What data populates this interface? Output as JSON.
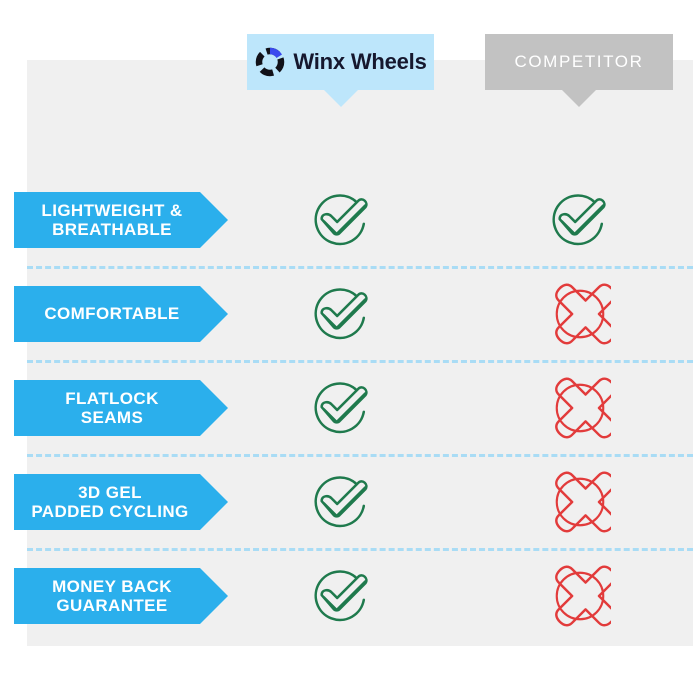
{
  "panel": {
    "background_color": "#f0f0f0",
    "page_background": "#ffffff"
  },
  "header": {
    "brand": {
      "name": "Winx Wheels",
      "logo_icon": "winx-ring-logo",
      "banner_color": "#bde6fb",
      "text_color": "#16182e"
    },
    "competitor": {
      "label": "COMPETITOR",
      "banner_color": "#c2c2c2",
      "text_color": "#ffffff"
    }
  },
  "colors": {
    "tag_blue": "#2bafec",
    "check_green": "#1f7a4d",
    "cross_red": "#e23b3b",
    "divider_blue": "#a9dcf5"
  },
  "icons": {
    "check": "check-circle-icon",
    "cross": "cross-circle-icon"
  },
  "rows": [
    {
      "label": "LIGHTWEIGHT &\nBREATHABLE",
      "brand_mark": "check",
      "competitor_mark": "check"
    },
    {
      "label": "COMFORTABLE",
      "brand_mark": "check",
      "competitor_mark": "cross"
    },
    {
      "label": "FLATLOCK\nSEAMS",
      "brand_mark": "check",
      "competitor_mark": "cross"
    },
    {
      "label": "3D GEL\nPADDED CYCLING",
      "brand_mark": "check",
      "competitor_mark": "cross"
    },
    {
      "label": "MONEY BACK\nGUARANTEE",
      "brand_mark": "check",
      "competitor_mark": "cross"
    }
  ]
}
